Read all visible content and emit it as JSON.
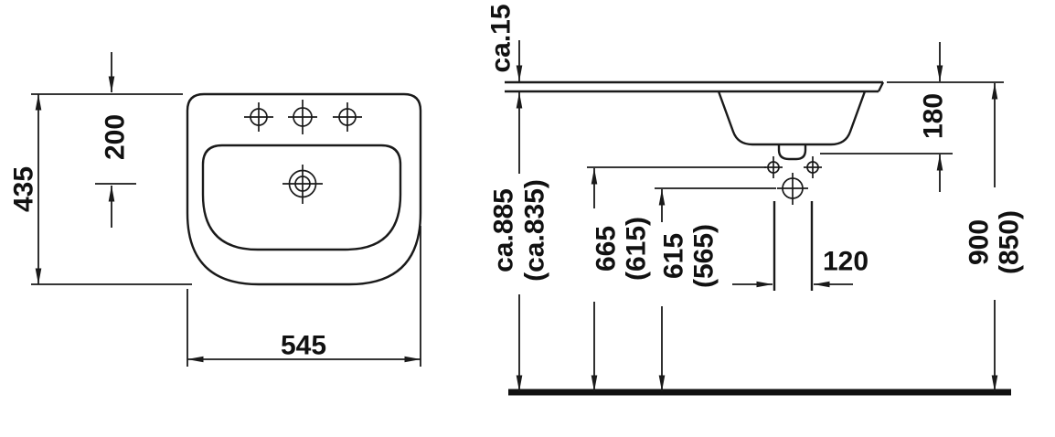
{
  "front_view": {
    "dim_height": "435",
    "dim_tap_to_drain": "200",
    "dim_width": "545"
  },
  "side_view": {
    "dim_rim_thickness": "ca.15",
    "dim_basin_depth": "180",
    "dim_underside_height_main": "ca.885",
    "dim_underside_height_alt": "(ca.835)",
    "dim_fixing_height_main": "665",
    "dim_fixing_height_alt": "(615)",
    "dim_outlet_height_main": "615",
    "dim_outlet_height_alt": "(565)",
    "dim_pipe_width": "120",
    "dim_rim_height_main": "900",
    "dim_rim_height_alt": "(850)"
  },
  "colors": {
    "line": "#1a1a1a",
    "background": "#ffffff"
  }
}
